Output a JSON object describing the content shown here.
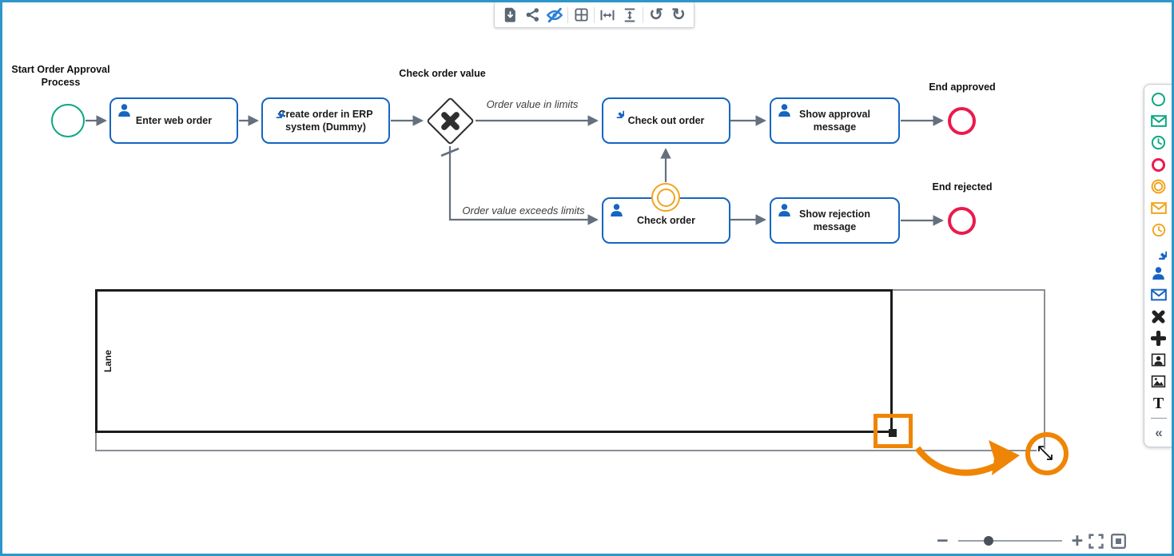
{
  "toolbar": {
    "buttons": [
      {
        "name": "export-file"
      },
      {
        "name": "share"
      },
      {
        "name": "toggle-visibility"
      },
      {
        "name": "grid-view"
      },
      {
        "name": "match-width"
      },
      {
        "name": "match-height"
      },
      {
        "name": "undo",
        "glyph": "↺"
      },
      {
        "name": "redo",
        "glyph": "↻"
      }
    ]
  },
  "diagram": {
    "start_event": {
      "label": "Start Order Approval Process"
    },
    "tasks": [
      "Enter web order",
      "Create order in ERP system (Dummy)",
      "Check out order",
      "Show approval message",
      "Check order",
      "Show rejection message"
    ],
    "gateway": {
      "label": "Check order value"
    },
    "flows": {
      "in_limits": "Order value in limits",
      "exceeds_limits": "Order value exceeds limits"
    },
    "end_events": {
      "approved": "End approved",
      "rejected": "End rejected"
    },
    "lane": {
      "label": "Lane"
    }
  },
  "palette": {
    "tools": [
      "start-event",
      "message-start-event",
      "timer-start-event",
      "end-event",
      "intermediate-event",
      "message-intermediate-event",
      "timer-intermediate-event",
      "service-task",
      "user-task",
      "send-task",
      "exclusive-gateway",
      "parallel-gateway",
      "participant",
      "image",
      "text-annotation",
      "collapse-palette"
    ],
    "text_annotation_glyph": "T",
    "collapse_glyph": "«"
  },
  "zoom_bar": {
    "zoom_out_glyph": "−",
    "zoom_in_glyph": "+"
  },
  "colors": {
    "frame": "#2e96c9",
    "bpmn_blue": "#1665c1",
    "event_green": "#0ba783",
    "event_red": "#eb1a4d",
    "event_orange": "#f2a41c",
    "annotation_orange": "#ef8505",
    "flow_gray": "#6b7480",
    "toolbar_icon": "#5b6674"
  }
}
